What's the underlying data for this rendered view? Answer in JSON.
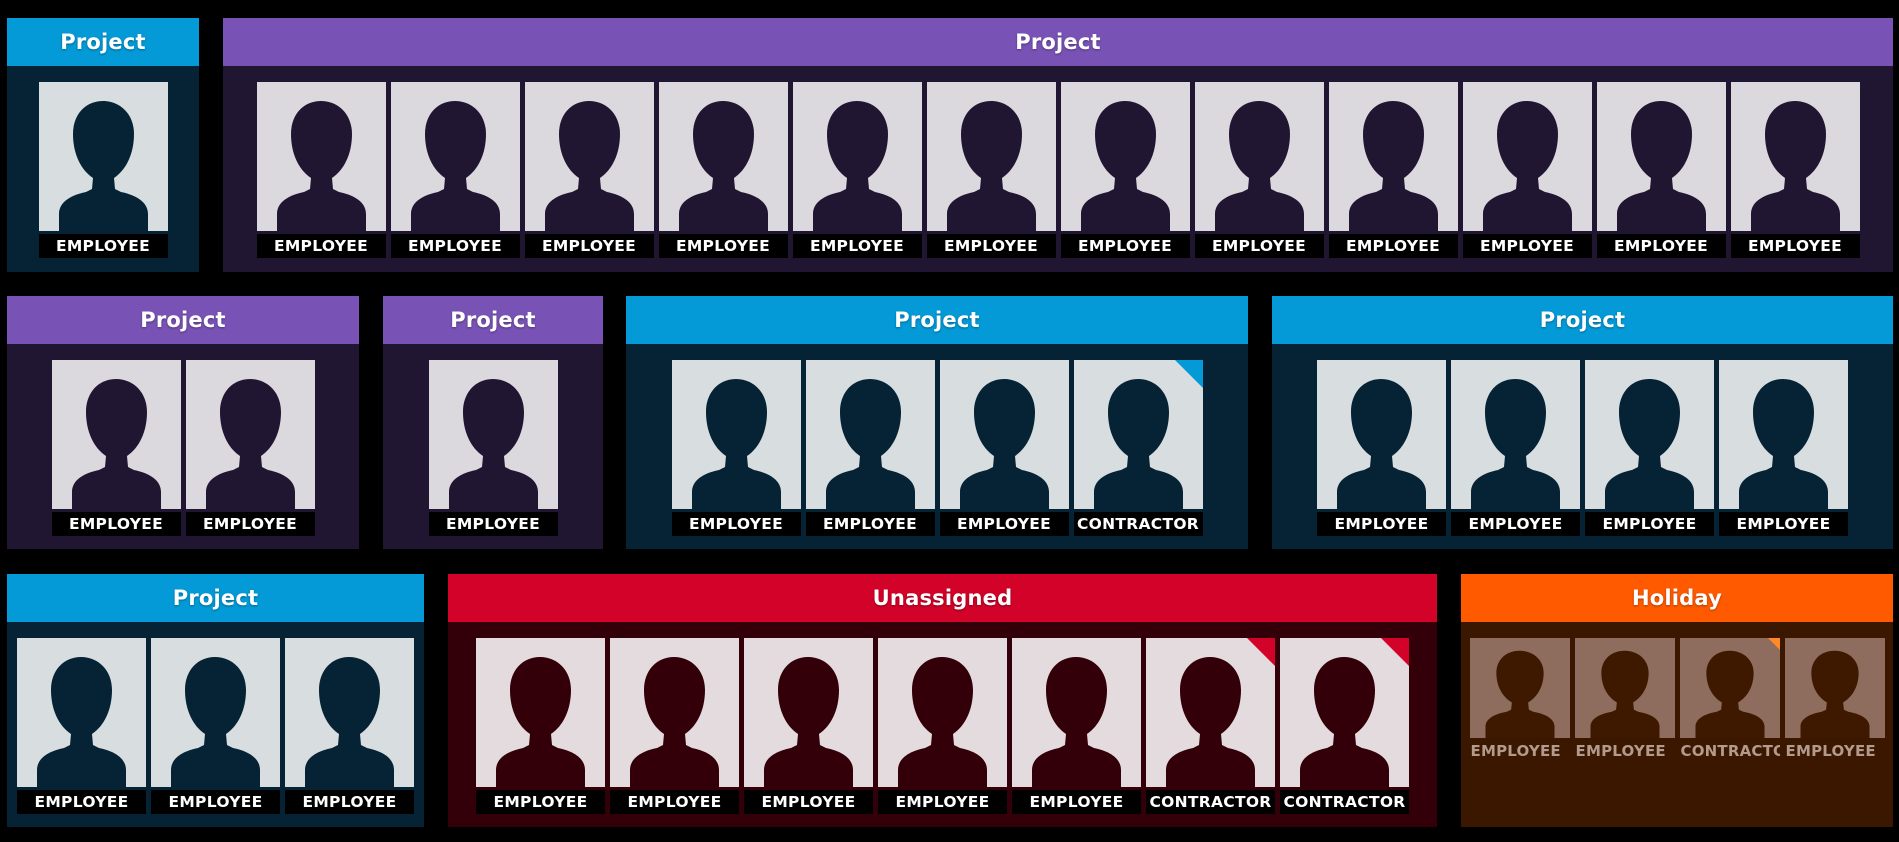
{
  "groups": [
    {
      "title": "Project",
      "theme": "blue",
      "members": [
        {
          "role": "EMPLOYEE",
          "badge": false
        }
      ]
    },
    {
      "title": "Project",
      "theme": "purple",
      "members": [
        {
          "role": "EMPLOYEE",
          "badge": false
        },
        {
          "role": "EMPLOYEE",
          "badge": false
        },
        {
          "role": "EMPLOYEE",
          "badge": false
        },
        {
          "role": "EMPLOYEE",
          "badge": false
        },
        {
          "role": "EMPLOYEE",
          "badge": false
        },
        {
          "role": "EMPLOYEE",
          "badge": false
        },
        {
          "role": "EMPLOYEE",
          "badge": false
        },
        {
          "role": "EMPLOYEE",
          "badge": false
        },
        {
          "role": "EMPLOYEE",
          "badge": false
        },
        {
          "role": "EMPLOYEE",
          "badge": false
        },
        {
          "role": "EMPLOYEE",
          "badge": false
        },
        {
          "role": "EMPLOYEE",
          "badge": false
        }
      ]
    },
    {
      "title": "Project",
      "theme": "purple",
      "members": [
        {
          "role": "EMPLOYEE",
          "badge": false
        },
        {
          "role": "EMPLOYEE",
          "badge": false
        }
      ]
    },
    {
      "title": "Project",
      "theme": "purple",
      "members": [
        {
          "role": "EMPLOYEE",
          "badge": false
        }
      ]
    },
    {
      "title": "Project",
      "theme": "blue",
      "members": [
        {
          "role": "EMPLOYEE",
          "badge": false
        },
        {
          "role": "EMPLOYEE",
          "badge": false
        },
        {
          "role": "EMPLOYEE",
          "badge": false
        },
        {
          "role": "CONTRACTOR",
          "badge": true
        }
      ]
    },
    {
      "title": "Project",
      "theme": "blue",
      "members": [
        {
          "role": "EMPLOYEE",
          "badge": false
        },
        {
          "role": "EMPLOYEE",
          "badge": false
        },
        {
          "role": "EMPLOYEE",
          "badge": false
        },
        {
          "role": "EMPLOYEE",
          "badge": false
        }
      ]
    },
    {
      "title": "Project",
      "theme": "blue",
      "members": [
        {
          "role": "EMPLOYEE",
          "badge": false
        },
        {
          "role": "EMPLOYEE",
          "badge": false
        },
        {
          "role": "EMPLOYEE",
          "badge": false
        }
      ]
    },
    {
      "title": "Unassigned",
      "theme": "red",
      "members": [
        {
          "role": "EMPLOYEE",
          "badge": false
        },
        {
          "role": "EMPLOYEE",
          "badge": false
        },
        {
          "role": "EMPLOYEE",
          "badge": false
        },
        {
          "role": "EMPLOYEE",
          "badge": false
        },
        {
          "role": "EMPLOYEE",
          "badge": false
        },
        {
          "role": "CONTRACTOR",
          "badge": true
        },
        {
          "role": "CONTRACTOR",
          "badge": true
        }
      ]
    },
    {
      "title": "Holiday",
      "theme": "orange",
      "members": [
        {
          "role": "EMPLOYEE",
          "badge": false
        },
        {
          "role": "EMPLOYEE",
          "badge": false
        },
        {
          "role": "CONTRACTOR",
          "badge": true
        },
        {
          "role": "EMPLOYEE",
          "badge": false
        }
      ]
    }
  ],
  "colors": {
    "blue": "#039ad7",
    "purple": "#7852b5",
    "red": "#d20228",
    "orange": "#ff5a00"
  },
  "icons": {
    "avatar": "person-silhouette-icon",
    "badge": "corner-flag-icon"
  }
}
